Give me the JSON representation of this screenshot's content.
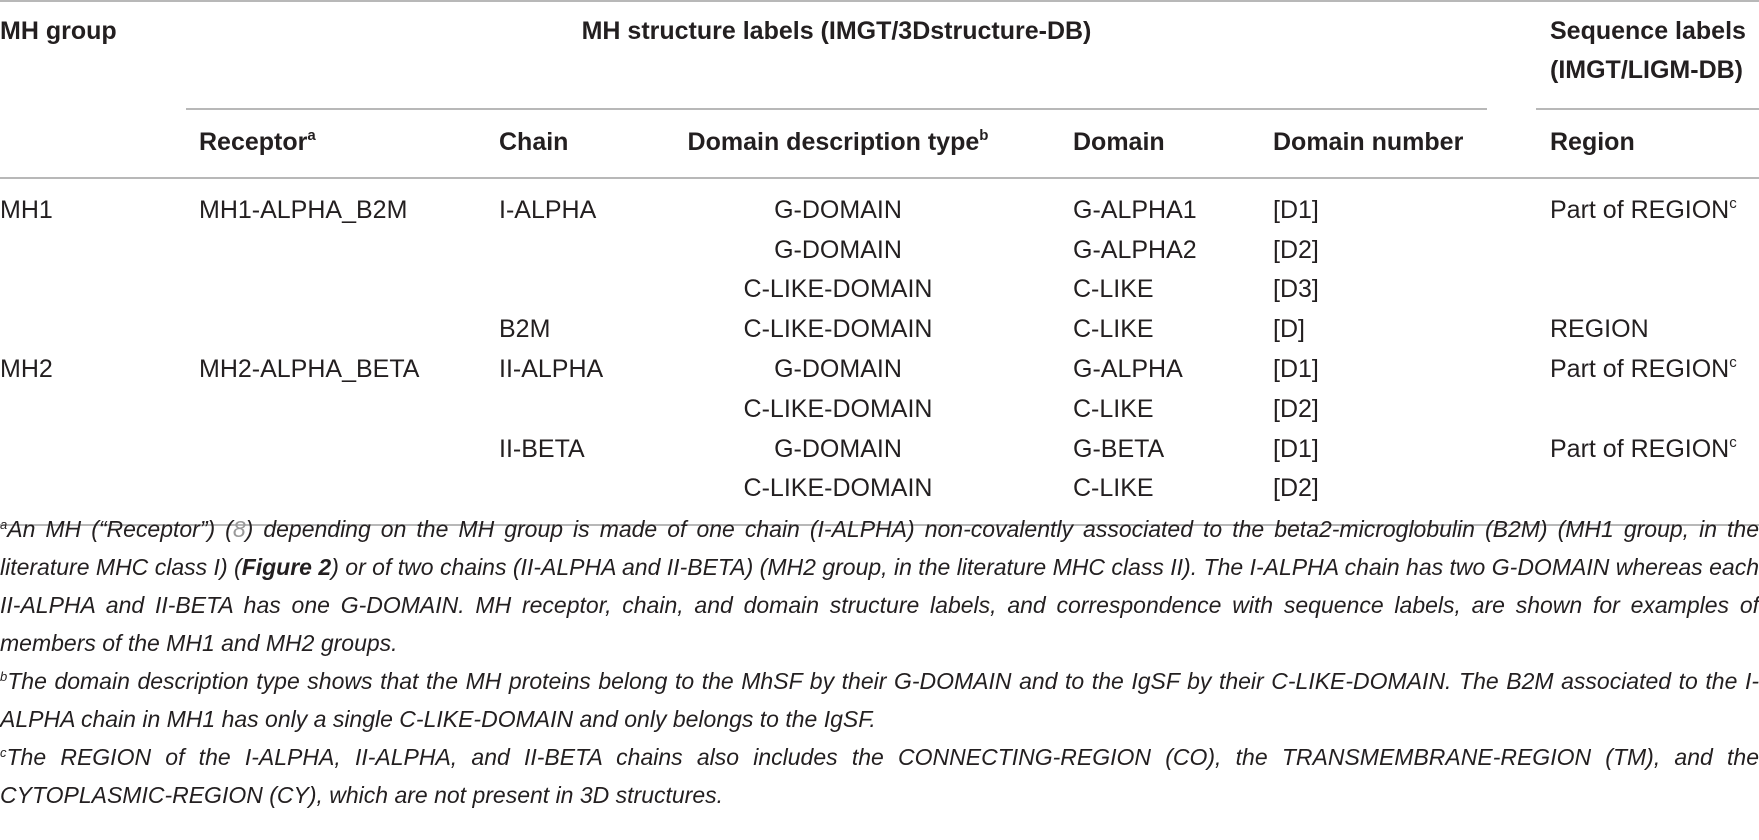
{
  "header": {
    "group_col": "MH group",
    "structure_group": "MH structure labels (IMGT/3Dstructure-DB)",
    "sequence_group_line1": "Sequence labels",
    "sequence_group_line2": "(IMGT/LIGM-DB)",
    "receptor": "Receptor",
    "receptor_note": "a",
    "chain": "Chain",
    "domain_desc": "Domain description type",
    "domain_desc_note": "b",
    "domain": "Domain",
    "domain_number": "Domain number",
    "region": "Region"
  },
  "rows": [
    {
      "group": "MH1",
      "receptor": "MH1-ALPHA_B2M",
      "chain": "I-ALPHA",
      "desc": "G-DOMAIN",
      "domain": "G-ALPHA1",
      "number": "[D1]",
      "region": "Part of REGION",
      "region_note": "c"
    },
    {
      "group": "",
      "receptor": "",
      "chain": "",
      "desc": "G-DOMAIN",
      "domain": "G-ALPHA2",
      "number": "[D2]",
      "region": "",
      "region_note": ""
    },
    {
      "group": "",
      "receptor": "",
      "chain": "",
      "desc": "C-LIKE-DOMAIN",
      "domain": "C-LIKE",
      "number": "[D3]",
      "region": "",
      "region_note": ""
    },
    {
      "group": "",
      "receptor": "",
      "chain": "B2M",
      "desc": "C-LIKE-DOMAIN",
      "domain": "C-LIKE",
      "number": "[D]",
      "region": "REGION",
      "region_note": ""
    },
    {
      "group": "MH2",
      "receptor": "MH2-ALPHA_BETA",
      "chain": "II-ALPHA",
      "desc": "G-DOMAIN",
      "domain": "G-ALPHA",
      "number": "[D1]",
      "region": "Part of REGION",
      "region_note": "c"
    },
    {
      "group": "",
      "receptor": "",
      "chain": "",
      "desc": "C-LIKE-DOMAIN",
      "domain": "C-LIKE",
      "number": "[D2]",
      "region": "",
      "region_note": ""
    },
    {
      "group": "",
      "receptor": "",
      "chain": "II-BETA",
      "desc": "G-DOMAIN",
      "domain": "G-BETA",
      "number": "[D1]",
      "region": "Part of REGION",
      "region_note": "c"
    },
    {
      "group": "",
      "receptor": "",
      "chain": "",
      "desc": "C-LIKE-DOMAIN",
      "domain": "C-LIKE",
      "number": "[D2]",
      "region": "",
      "region_note": ""
    }
  ],
  "footnotes": {
    "a": {
      "mark": "a",
      "text_1": "An MH (“Receptor”) (",
      "ref": "8",
      "text_2": ") depending on the MH group is made of one chain (I-ALPHA) non-covalently associated to the beta2-microglobulin (B2M) (MH1 group, in the literature MHC class I) (",
      "figure": "Figure 2",
      "text_3": ") or of two chains (II-ALPHA and II-BETA) (MH2 group, in the literature MHC class II). The I-ALPHA chain has two G-DOMAIN whereas each II-ALPHA and II-BETA has one G-DOMAIN. MH receptor, chain, and domain structure labels, and correspondence with sequence labels, are shown for examples of members of the MH1 and MH2 groups."
    },
    "b": {
      "mark": "b",
      "text": "The domain description type shows that the MH proteins belong to the MhSF by their G-DOMAIN and to the IgSF by their C-LIKE-DOMAIN. The B2M associated to the I-ALPHA chain in MH1 has only a single C-LIKE-DOMAIN and only belongs to the IgSF."
    },
    "c": {
      "mark": "c",
      "text": "The REGION of the I-ALPHA, II-ALPHA, and II-BETA chains also includes the CONNECTING-REGION (CO), the TRANSMEMBRANE-REGION (TM), and the CYTOPLASMIC-REGION (CY), which are not present in 3D structures."
    }
  }
}
